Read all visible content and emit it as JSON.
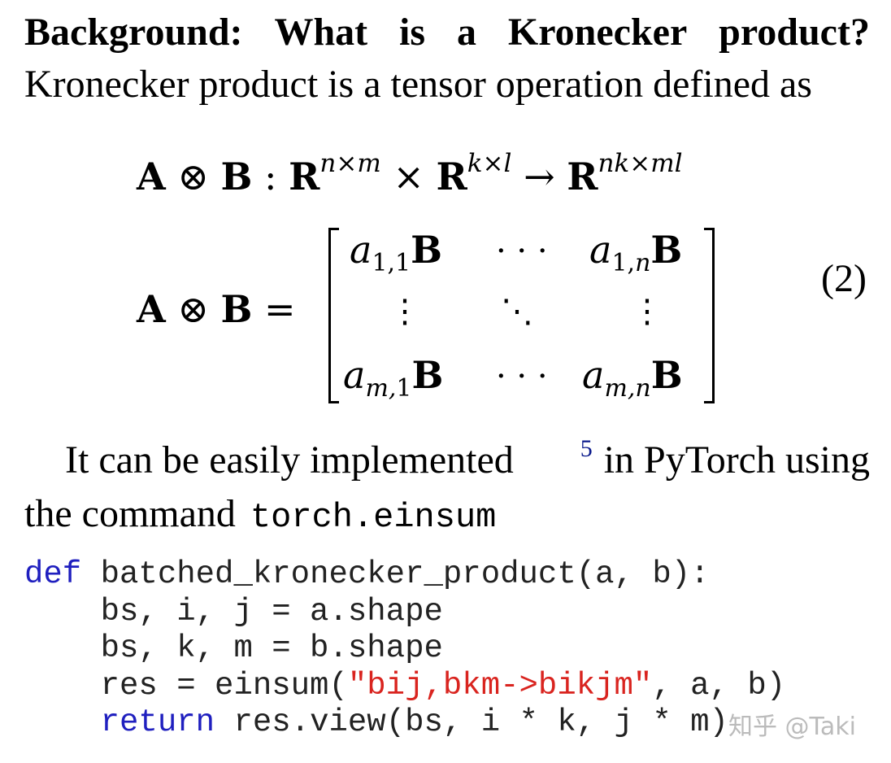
{
  "heading": {
    "words": [
      "Background:",
      "What",
      "is",
      "a",
      "Kronecker",
      "product?"
    ]
  },
  "intro": "Kronecker product is a tensor operation defined as",
  "equation": {
    "line1": {
      "A": "A",
      "otimes": "⊗",
      "B": "B",
      "colon": ":",
      "R": "R",
      "exp1": "n×m",
      "times": "×",
      "exp2": "k×l",
      "arrow": "→",
      "exp3": "nk×ml"
    },
    "line2": {
      "lhs_A": "A",
      "lhs_otimes": "⊗",
      "lhs_B": "B",
      "equals": "=",
      "cells": {
        "a": "a",
        "B": "B",
        "r1c1_sub": "1,1",
        "r1c3_sub": "1,",
        "r1c3_subn": "n",
        "r3c1_sub": "m,",
        "r3c1_subn": "1",
        "r3c3_sub": "m,n",
        "hdots": "· · ·",
        "vdots": "⋮",
        "ddots": "⋱"
      }
    },
    "number": "(2)"
  },
  "paragraph": {
    "line1_before": "It can be easily implemented",
    "footnote": "5",
    "line1_after": "in PyTorch using",
    "line2_text": "the command",
    "line2_code": "torch.einsum"
  },
  "code": {
    "line1_kw": "def",
    "line1_rest": " batched_kronecker_product(a, b):",
    "line2": "    bs, i, j = a.shape",
    "line3": "    bs, k, m = b.shape",
    "line4_pre": "    res = einsum(",
    "line4_str": "\"bij,bkm->bikjm\"",
    "line4_post": ", a, b)",
    "line5_indent": "    ",
    "line5_kw": "return",
    "line5_rest": " res.view(bs, i * k, j * m)"
  },
  "watermark": "知乎 @Taki"
}
